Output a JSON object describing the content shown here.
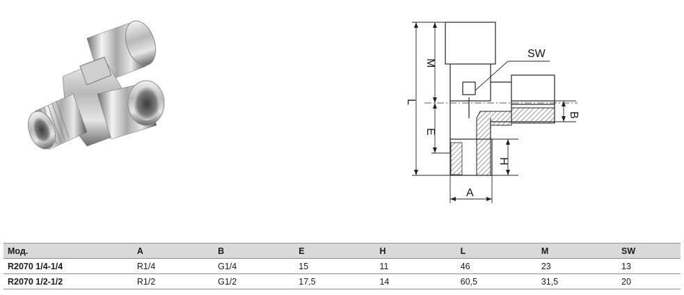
{
  "figure": {
    "photo_name": "tee-fitting-photo",
    "drawing_labels": {
      "sw": "SW",
      "m": "M",
      "l": "L",
      "e": "E",
      "b": "B",
      "h": "H",
      "a": "A"
    }
  },
  "table": {
    "headers": [
      "Мод.",
      "A",
      "B",
      "E",
      "H",
      "L",
      "M",
      "SW"
    ],
    "rows": [
      [
        "R2070 1/4-1/4",
        "R1/4",
        "G1/4",
        "15",
        "11",
        "46",
        "23",
        "13"
      ],
      [
        "R2070 1/2-1/2",
        "R1/2",
        "G1/2",
        "17,5",
        "14",
        "60,5",
        "31,5",
        "20"
      ]
    ]
  },
  "colors": {
    "header_bg": "#d9d9d9",
    "rule": "#8c8c8c",
    "hatch": "#555555"
  }
}
